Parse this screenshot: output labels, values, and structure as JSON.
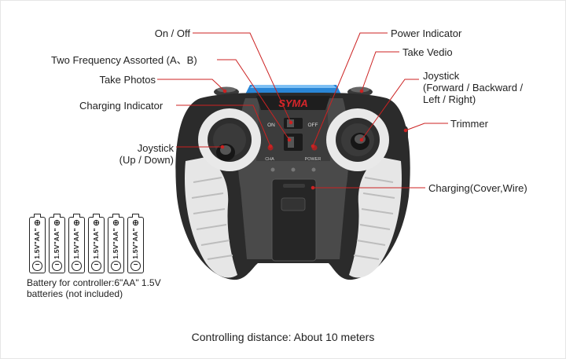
{
  "labels": {
    "on_off": "On / Off",
    "two_frequency": "Two Frequency Assorted (A、B)",
    "take_photos": "Take Photos",
    "charging_indicator": "Charging Indicator",
    "joystick_left": "Joystick\n(Up / Down)",
    "power_indicator": "Power Indicator",
    "take_video": "Take Vedio",
    "joystick_right": "Joystick\n(Forward / Backward /\nLeft / Right)",
    "trimmer": "Trimmer",
    "charging_cover": "Charging(Cover,Wire)"
  },
  "controller": {
    "brand": "SYMA",
    "switch_on": "ON",
    "switch_off": "OFF",
    "cha_label": "CHA",
    "power_label": "POWER"
  },
  "battery": {
    "count": 6,
    "plus": "⊕",
    "spec": "1.5V\"AA\"",
    "minus": "−",
    "caption": "Battery for controller:6\"AA\" 1.5V\nbatteries (not included)"
  },
  "footer": "Controlling distance: About 10 meters",
  "colors": {
    "leader_line": "#cc2222",
    "controller_dark": "#2b2b2b",
    "controller_light": "#e6e6e6",
    "brand_red": "#d7262b",
    "led_blue": "#2a86d6"
  }
}
